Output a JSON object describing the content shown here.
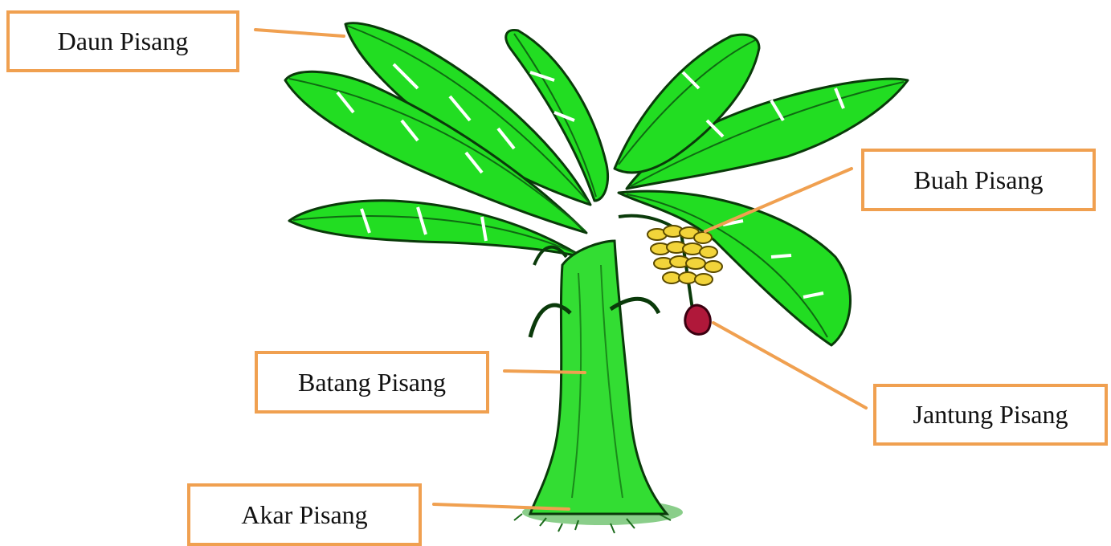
{
  "colors": {
    "leaf": "#22dd22",
    "leaf_dark": "#0f8a12",
    "outline": "#0a3a0a",
    "stem": "#33dd33",
    "banana": "#f2d43a",
    "heart": "#b0183a",
    "connector": "#f0a050"
  },
  "labels": {
    "leaf": "Daun Pisang",
    "fruit": "Buah Pisang",
    "stem": "Batang Pisang",
    "heart": "Jantung Pisang",
    "root": "Akar Pisang"
  }
}
